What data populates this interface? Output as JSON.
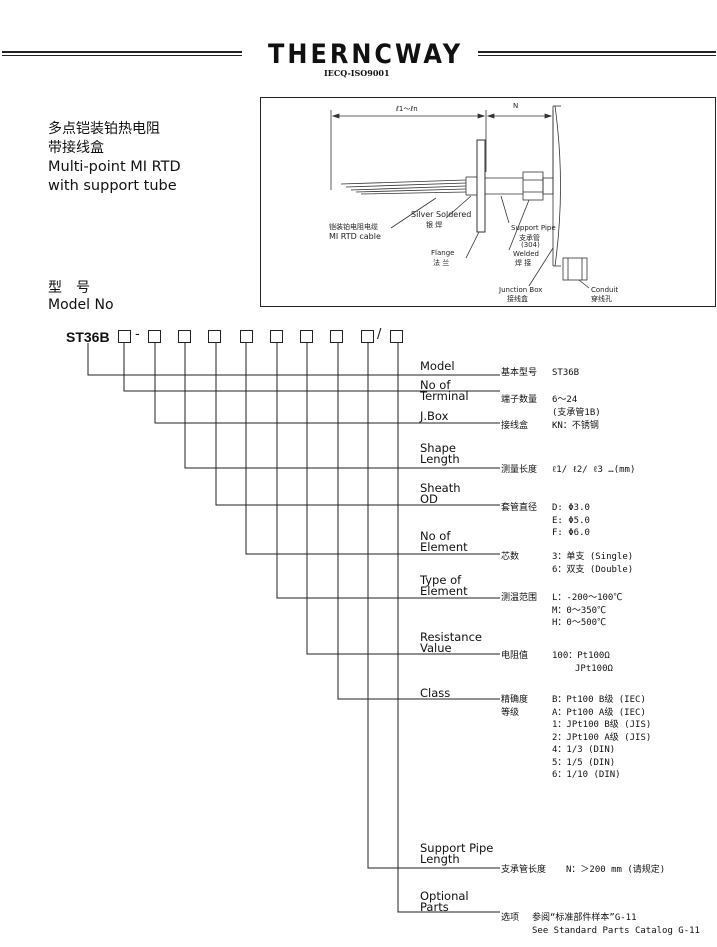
{
  "header": {
    "brand": "THERNCWAY",
    "cert": "IECQ-ISO9001"
  },
  "title": {
    "zh1": "多点铠装铂热电阻",
    "zh2": "带接线盒",
    "en1": "Multi-point MI RTD",
    "en2": "with support tube"
  },
  "diagram": {
    "dim_l": "ℓ1～ℓn",
    "dim_n": "N",
    "mi_rtd_zh": "铠装铂电阻电缆",
    "mi_rtd_en": "MI RTD cable",
    "silver_en": "Silver Soldered",
    "silver_zh": "银 焊",
    "support_en": "Support Pipe",
    "support_zh": "支承管",
    "support_mat": "(304)",
    "welded_en": "Welded",
    "welded_zh": "焊 接",
    "flange_en": "Flange",
    "flange_zh": "法 兰",
    "jbox_en": "Junction Box",
    "jbox_zh": "接线盒",
    "conduit_en": "Conduit",
    "conduit_zh": "穿线孔"
  },
  "model": {
    "label_zh": "型　号",
    "label_en": "Model No",
    "code": "ST36B",
    "dash": "-",
    "slash": "/"
  },
  "fields": [
    {
      "l1": "Model",
      "l2": ""
    },
    {
      "l1": "No of",
      "l2": "Terminal"
    },
    {
      "l1": "J.Box",
      "l2": ""
    },
    {
      "l1": "Shape",
      "l2": "Length"
    },
    {
      "l1": "Sheath",
      "l2": "OD"
    },
    {
      "l1": "No of",
      "l2": "Element"
    },
    {
      "l1": "Type of",
      "l2": "Element"
    },
    {
      "l1": "Resistance",
      "l2": "Value"
    },
    {
      "l1": "Class",
      "l2": ""
    },
    {
      "l1": "Support Pipe",
      "l2": "Length"
    },
    {
      "l1": "Optional",
      "l2": "Parts"
    }
  ],
  "desc": {
    "model": {
      "label": "基本型号",
      "value": "ST36B"
    },
    "terminal": {
      "label": "端子数量",
      "v1": "6～24",
      "v2": "(支承管1B)"
    },
    "jbox": {
      "label": "接线盒",
      "value": "KN：不锈钢"
    },
    "length": {
      "label": "测量长度",
      "value": "ℓ1/ ℓ2/ ℓ3 …(mm)"
    },
    "sheath": {
      "label": "套管直径",
      "v1": "D: Φ3.0",
      "v2": "E: Φ5.0",
      "v3": "F: Φ6.0"
    },
    "elements": {
      "label": "芯数",
      "v1": "3：单支 (Single)",
      "v2": "6：双支 (Double)"
    },
    "type": {
      "label": "测温范围",
      "v1": "L：-200～100℃",
      "v2": "M：0～350℃",
      "v3": "H：0～500℃"
    },
    "resistance": {
      "label": "电阻值",
      "v1": "100：Pt100Ω",
      "v2": "JPt100Ω"
    },
    "class": {
      "label1": "精确度",
      "label2": "等级",
      "items": [
        "B：Pt100 B级 (IEC)",
        "A：Pt100 A级 (IEC)",
        "1：JPt100 B级 (JIS)",
        "2：JPt100 A级 (JIS)",
        "4：1/3 (DIN)",
        "5：1/5 (DIN)",
        "6：1/10 (DIN)"
      ]
    },
    "support": {
      "label": "支承管长度",
      "value": "N：＞200 mm (请规定)"
    },
    "optional": {
      "label": "选项",
      "v1": "参阅“标准部件样本”G-11",
      "v2": "See Standard Parts Catalog G-11"
    }
  }
}
